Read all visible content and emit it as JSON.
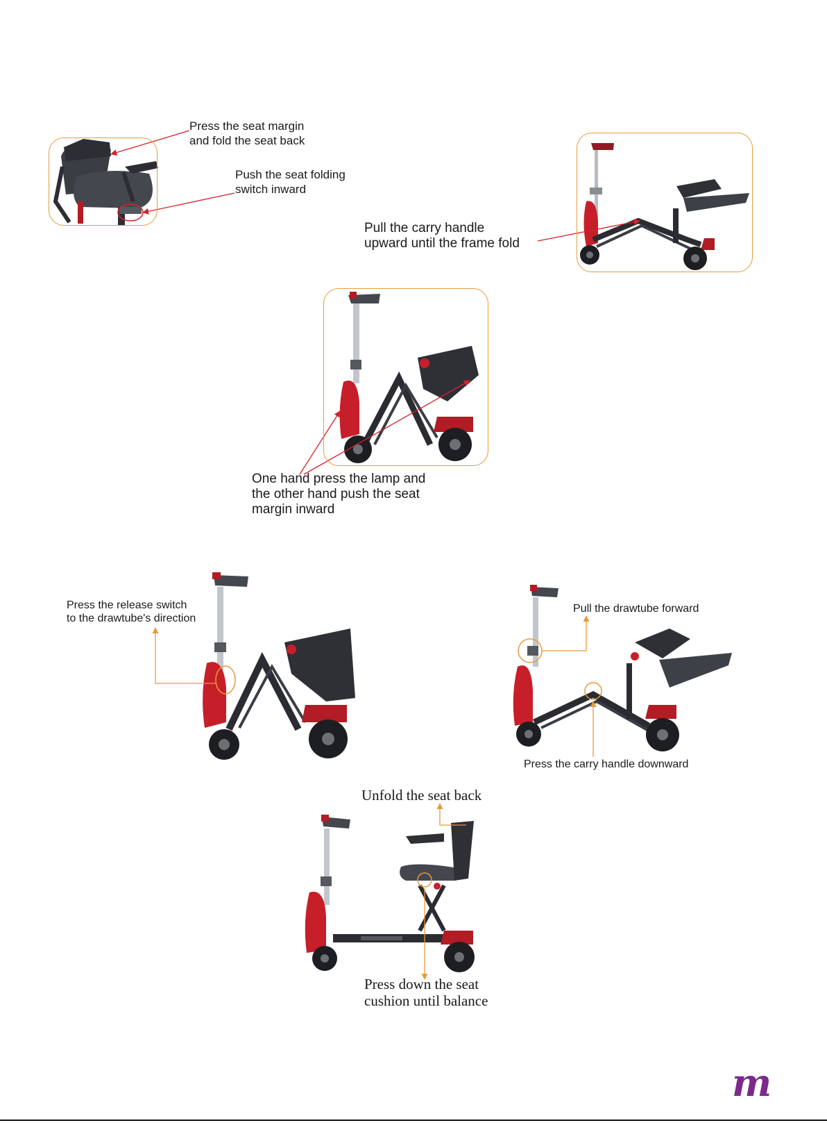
{
  "step1": {
    "caption_a_line1": "Press the seat margin",
    "caption_a_line2": "and fold the seat back",
    "caption_b_line1": "Push the seat folding",
    "caption_b_line2": "switch inward"
  },
  "step2": {
    "caption_line1": "Pull the carry handle",
    "caption_line2": "upward until the frame fold"
  },
  "step3": {
    "caption_line1": "One hand press the lamp and",
    "caption_line2": "the other hand push the seat",
    "caption_line3": "margin inward"
  },
  "step4": {
    "caption_line1": "Press the release switch",
    "caption_line2": "to the drawtube's direction"
  },
  "step5": {
    "caption_top": "Pull the drawtube forward",
    "caption_bottom": "Press the carry handle downward"
  },
  "step6": {
    "caption_top": "Unfold the seat back",
    "caption_bottom_line1": "Press down the seat",
    "caption_bottom_line2": "cushion until balance"
  },
  "brand": {
    "logo_text": "m",
    "accent_color": "#e89a3c",
    "arrow_color": "#d8202a",
    "logo_color": "#7b2a8c"
  }
}
